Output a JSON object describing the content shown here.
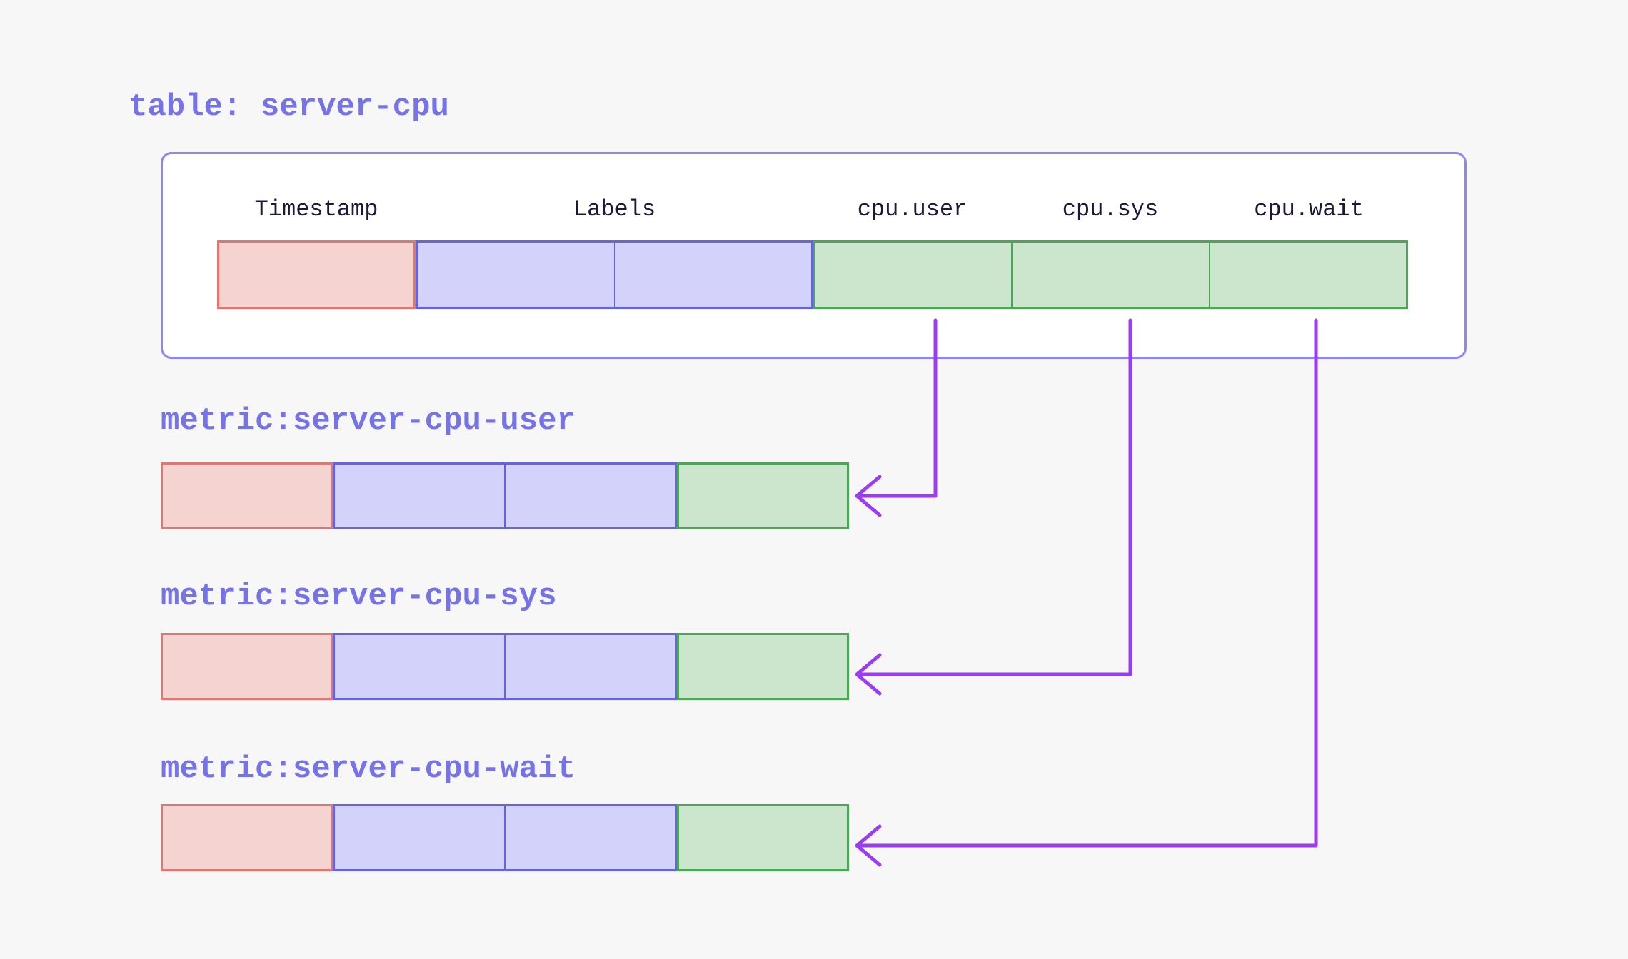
{
  "table": {
    "title": "table: server-cpu",
    "columns": [
      {
        "label": "Timestamp",
        "type": "timestamp"
      },
      {
        "label": "Labels",
        "type": "labels"
      },
      {
        "label": "cpu.user",
        "type": "field"
      },
      {
        "label": "cpu.sys",
        "type": "field"
      },
      {
        "label": "cpu.wait",
        "type": "field"
      }
    ],
    "row_cells": [
      "timestamp",
      "label",
      "label",
      "field",
      "field",
      "field"
    ]
  },
  "metrics": [
    {
      "label": "metric:server-cpu-user",
      "source_column": "cpu.user",
      "row_cells": [
        "timestamp",
        "label",
        "label",
        "field"
      ]
    },
    {
      "label": "metric:server-cpu-sys",
      "source_column": "cpu.sys",
      "row_cells": [
        "timestamp",
        "label",
        "label",
        "field"
      ]
    },
    {
      "label": "metric:server-cpu-wait",
      "source_column": "cpu.wait",
      "row_cells": [
        "timestamp",
        "label",
        "label",
        "field"
      ]
    }
  ],
  "icons": [
    {
      "name": "arrow-left-icon",
      "meaning": "column feeds metric row"
    }
  ],
  "colors": {
    "page_bg": "#f7f7f8",
    "box_bg": "#ffffff",
    "box_border": "#8d88ef",
    "accent_text": "#7673e6",
    "header_text": "#201638",
    "timestamp_fill": "#f5d3d0",
    "timestamp_border": "#e1766f",
    "labels_fill": "#d2d2fb",
    "labels_border": "#6663e3",
    "field_fill": "#cce5cd",
    "field_border": "#4ba852",
    "arrow": "#9b3bf2"
  }
}
